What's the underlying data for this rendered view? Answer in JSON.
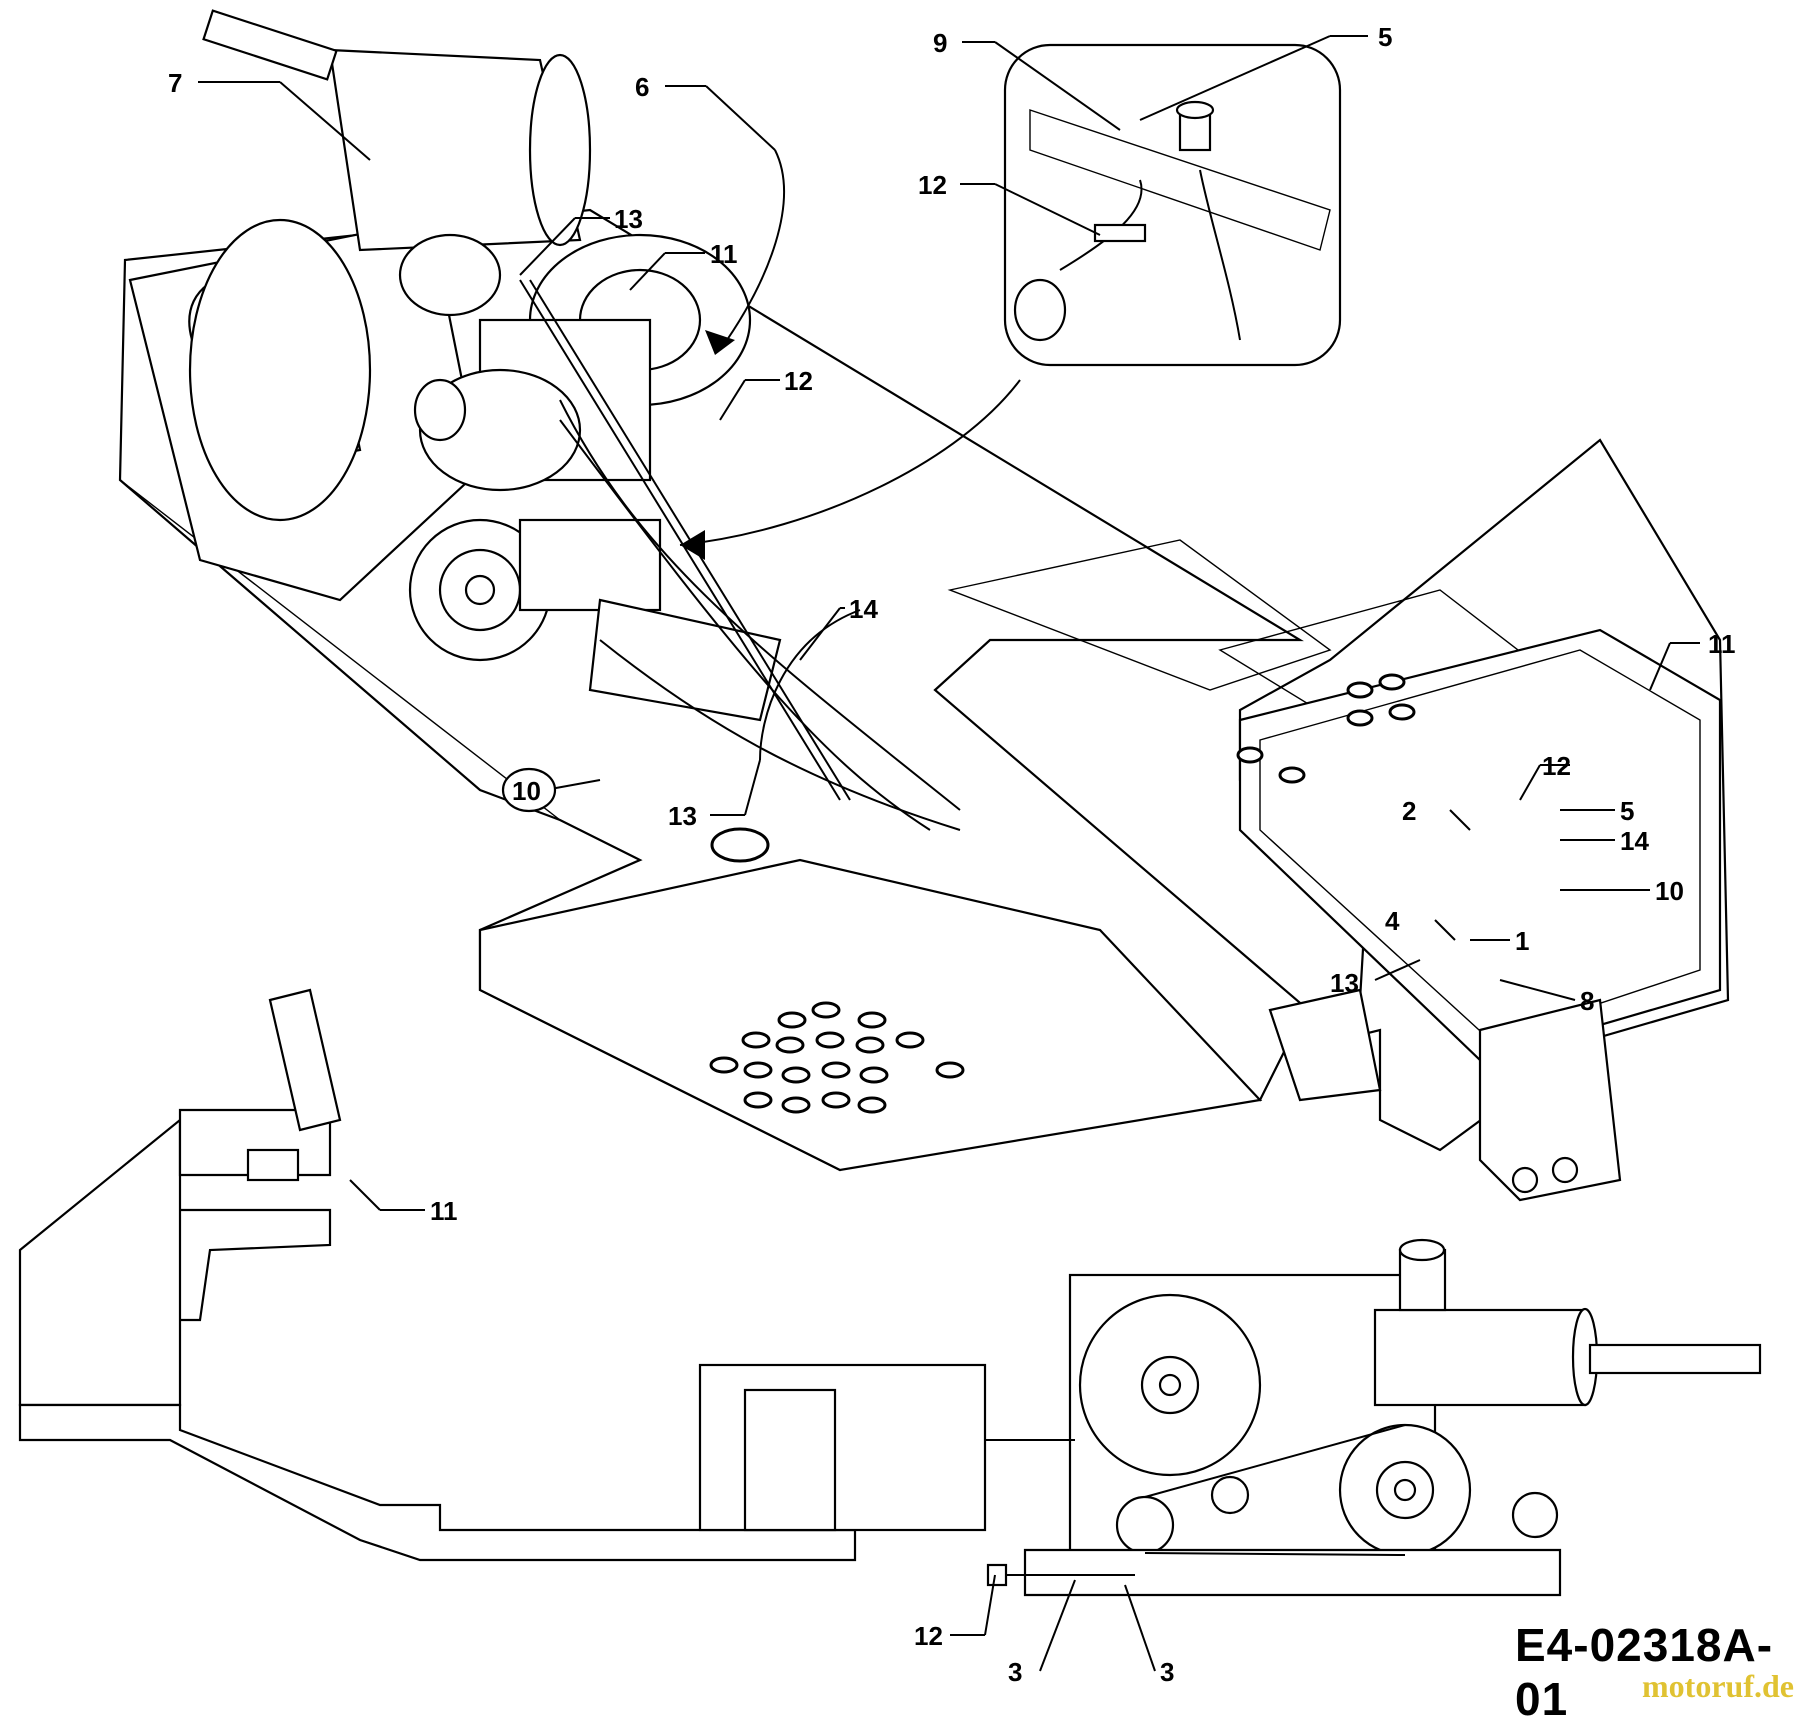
{
  "diagram": {
    "document_code": "E4-02318A-01",
    "watermark": "motoruf.de",
    "callouts": [
      "1",
      "2",
      "3",
      "4",
      "5",
      "6",
      "7",
      "8",
      "9",
      "10",
      "11",
      "12",
      "13",
      "14"
    ]
  }
}
